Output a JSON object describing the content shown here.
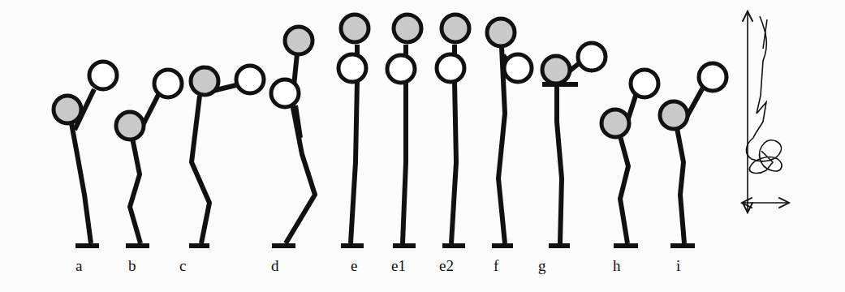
{
  "diagram": {
    "labels": [
      "a",
      "b",
      "c",
      "d",
      "e",
      "e1",
      "e2",
      "f",
      "g",
      "h",
      "i"
    ]
  }
}
